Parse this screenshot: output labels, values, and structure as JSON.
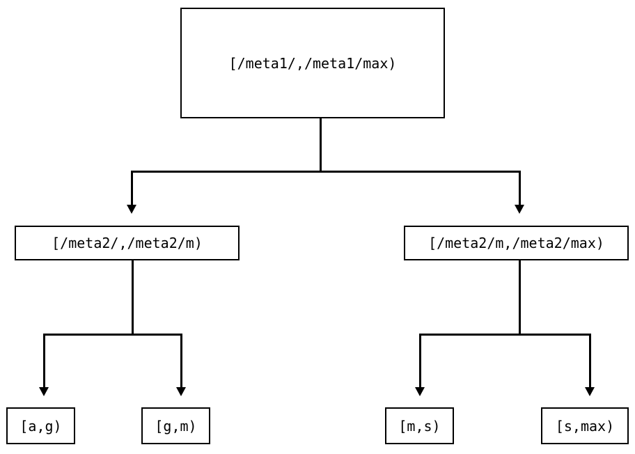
{
  "diagram": {
    "type": "tree",
    "orientation": "top-down",
    "background_color": "#ffffff",
    "line_color": "#000000",
    "text_color": "#000000",
    "nodes": {
      "root": {
        "label": "[/meta1/,/meta1/max)"
      },
      "mid_left": {
        "label": "[/meta2/,/meta2/m)"
      },
      "mid_right": {
        "label": "[/meta2/m,/meta2/max)"
      },
      "leaf_ag": {
        "label": "[a,g)"
      },
      "leaf_gm": {
        "label": "[g,m)"
      },
      "leaf_ms": {
        "label": "[m,s)"
      },
      "leaf_smax": {
        "label": "[s,max)"
      }
    },
    "edges": [
      {
        "from": "root",
        "to": "mid_left",
        "arrow": "down-triangle"
      },
      {
        "from": "root",
        "to": "mid_right",
        "arrow": "down-triangle"
      },
      {
        "from": "mid_left",
        "to": "leaf_ag",
        "arrow": "down-triangle"
      },
      {
        "from": "mid_left",
        "to": "leaf_gm",
        "arrow": "down-triangle"
      },
      {
        "from": "mid_right",
        "to": "leaf_ms",
        "arrow": "down-triangle"
      },
      {
        "from": "mid_right",
        "to": "leaf_smax",
        "arrow": "down-triangle"
      }
    ]
  }
}
